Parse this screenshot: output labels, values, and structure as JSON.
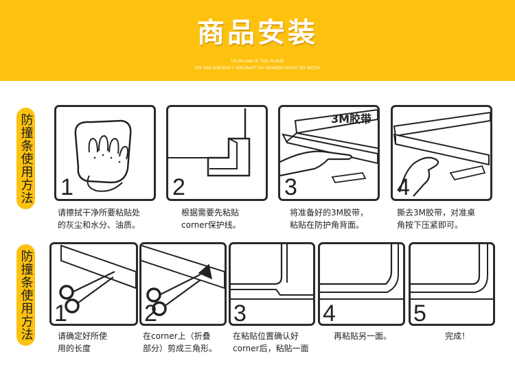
{
  "header": {
    "title": "商品安装",
    "subtitle_line1": "LR-IN-LAW IS THE PLANE",
    "subtitle_line2": "ON THE AIRCRAFT AIRCRAFT OH SEARCH GIANT MY MOTH",
    "brand_color": "#fdc20f"
  },
  "section1": {
    "side_label": "防撞条使用方法",
    "steps": [
      {
        "number": "1",
        "icon": "hand-wiping-icon",
        "caption_line1": "请擦拭干净所要粘贴处",
        "caption_line2": "的灰尘和水分、油质。"
      },
      {
        "number": "2",
        "icon": "corner-guard-icon",
        "caption_line1": "根据需要先粘贴",
        "caption_line2": "corner保护线。"
      },
      {
        "number": "3",
        "icon": "tape-hand-icon",
        "label": "3M胶带",
        "caption_line1": "将准备好的3M胶带，",
        "caption_line2": "粘贴在防护角背面。"
      },
      {
        "number": "4",
        "icon": "peel-tape-icon",
        "caption_line1": "撕去3M胶带，对准桌",
        "caption_line2": "角按下压紧即可。"
      }
    ]
  },
  "section2": {
    "side_label": "防撞条使用方法",
    "steps": [
      {
        "number": "1",
        "icon": "scissors-cut-icon",
        "caption_line1": "请确定好所使",
        "caption_line2": "用的长度"
      },
      {
        "number": "2",
        "icon": "scissors-fold-icon",
        "caption_line1": "在corner上（折叠",
        "caption_line2": "部分）剪成三角形。"
      },
      {
        "number": "3",
        "icon": "strip-fold-icon",
        "caption_line1": "在粘贴位置确认好",
        "caption_line2": "corner后，粘贴一面"
      },
      {
        "number": "4",
        "icon": "strip-corner-icon",
        "caption_line1": "再粘贴另一面。",
        "caption_line2": ""
      },
      {
        "number": "5",
        "icon": "strip-done-icon",
        "caption_line1": "完成！",
        "caption_line2": ""
      }
    ]
  }
}
